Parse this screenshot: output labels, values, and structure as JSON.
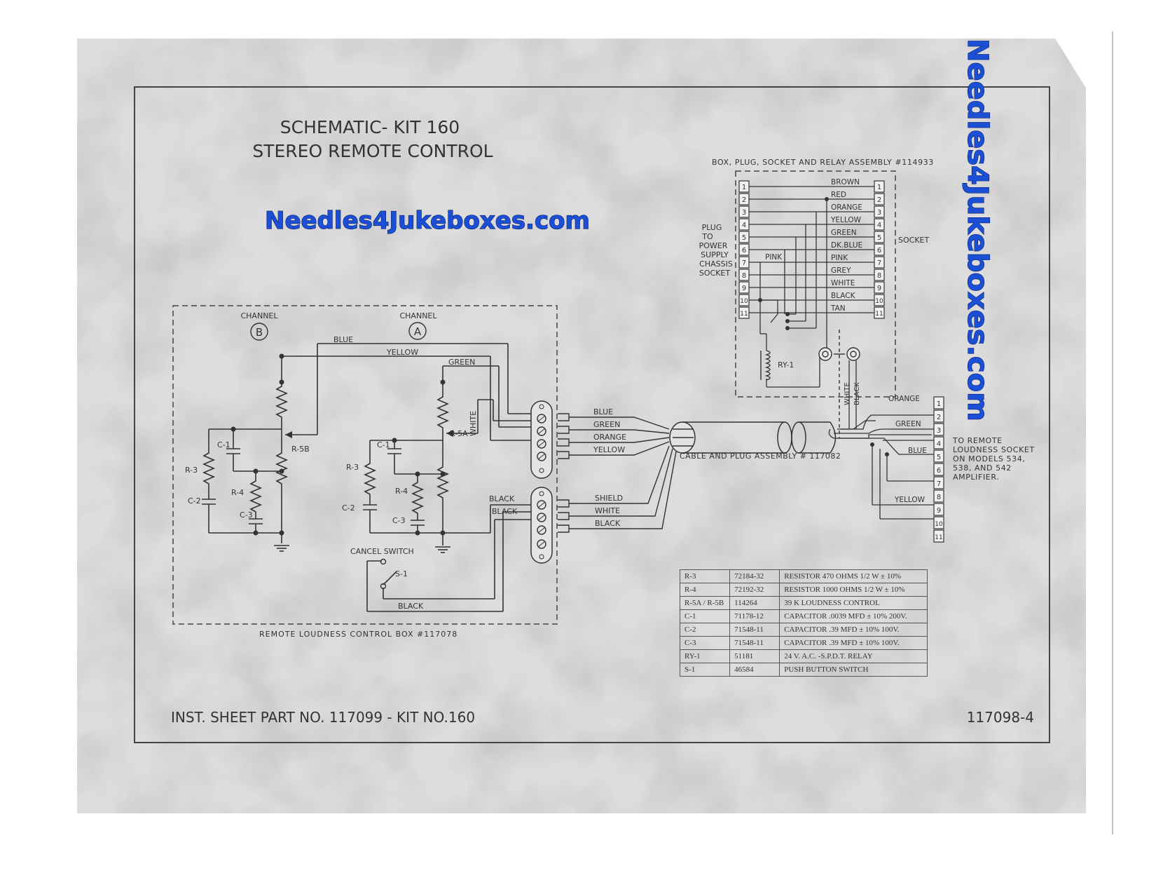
{
  "title_line1": "SCHEMATIC- KIT 160",
  "title_line2": "STEREO REMOTE CONTROL",
  "watermark_horizontal": "Needles4Jukeboxes.com",
  "watermark_vertical": "Needles4Jukeboxes.com",
  "box_assembly_label": "BOX, PLUG, SOCKET AND RELAY ASSEMBLY  #114933",
  "plug_label": [
    "PLUG",
    "TO",
    "POWER",
    "SUPPLY",
    "CHASSIS",
    "SOCKET"
  ],
  "socket_label": "SOCKET",
  "relay_label": "RY-1",
  "pink_label": "PINK",
  "wire_colors_11": [
    "BROWN",
    "RED",
    "ORANGE",
    "YELLOW",
    "GREEN",
    "DK.BLUE",
    "PINK",
    "GREY",
    "WHITE",
    "BLACK",
    "TAN"
  ],
  "pin_numbers": [
    "1",
    "2",
    "3",
    "4",
    "5",
    "6",
    "7",
    "8",
    "9",
    "10",
    "11"
  ],
  "channel_b": "CHANNEL",
  "channel_b_mark": "B",
  "channel_a": "CHANNEL",
  "channel_a_mark": "A",
  "wires_top": {
    "blue": "BLUE",
    "yellow": "YELLOW",
    "green": "GREEN",
    "white": "WHITE"
  },
  "components": {
    "c1a": "C-1",
    "c1b": "C-1",
    "r3a": "R-3",
    "r3b": "R-3",
    "c2a": "C-2",
    "c2b": "C-2",
    "r4a": "R-4",
    "r4b": "R-4",
    "c3a": "C-3",
    "c3b": "C-3",
    "r5b": "R-5B",
    "r5a": "R-5A",
    "s1": "S-1"
  },
  "black_labels": [
    "BLACK",
    "BLACK",
    "BLACK"
  ],
  "cancel_switch": "CANCEL SWITCH",
  "control_box_label": "REMOTE LOUDNESS CONTROL BOX  #117078",
  "cable_upper": [
    "BLUE",
    "GREEN",
    "ORANGE",
    "YELLOW"
  ],
  "cable_lower": [
    "SHIELD",
    "WHITE",
    "BLACK"
  ],
  "cable_label": "CABLE AND PLUG ASSEMBLY  # 117082",
  "vertical_wires": [
    "WHITE",
    "BLACK"
  ],
  "right_wires": {
    "orange": "ORANGE",
    "green": "GREEN",
    "blue": "BLUE",
    "yellow": "YELLOW"
  },
  "remote_label": [
    "TO REMOTE",
    "LOUDNESS SOCKET",
    "ON MODELS 534,",
    "538, AND 542",
    "AMPLIFIER."
  ],
  "parts": [
    {
      "ref": "R-3",
      "part": "72184-32",
      "desc": "RESISTOR  470  OHMS  1/2 W ± 10%"
    },
    {
      "ref": "R-4",
      "part": "72192-32",
      "desc": "RESISTOR  1000  OHMS  1/2 W ± 10%"
    },
    {
      "ref": "R-5A / R-5B",
      "part": "114264",
      "desc": "39 K  LOUDNESS  CONTROL"
    },
    {
      "ref": "C-1",
      "part": "71178-12",
      "desc": "CAPACITOR  .0039 MFD ± 10%  200V."
    },
    {
      "ref": "C-2",
      "part": "71548-11",
      "desc": "CAPACITOR  .39 MFD ± 10%  100V."
    },
    {
      "ref": "C-3",
      "part": "71548-11",
      "desc": "CAPACITOR  .39 MFD ± 10%  100V."
    },
    {
      "ref": "RY-1",
      "part": "51181",
      "desc": "24 V.  A.C.  -S.P.D.T. RELAY"
    },
    {
      "ref": "S-1",
      "part": "46584",
      "desc": "PUSH BUTTON SWITCH"
    }
  ],
  "inst_sheet": "INST. SHEET PART NO. 117099 - KIT NO.160",
  "drawing_number": "117098-4"
}
